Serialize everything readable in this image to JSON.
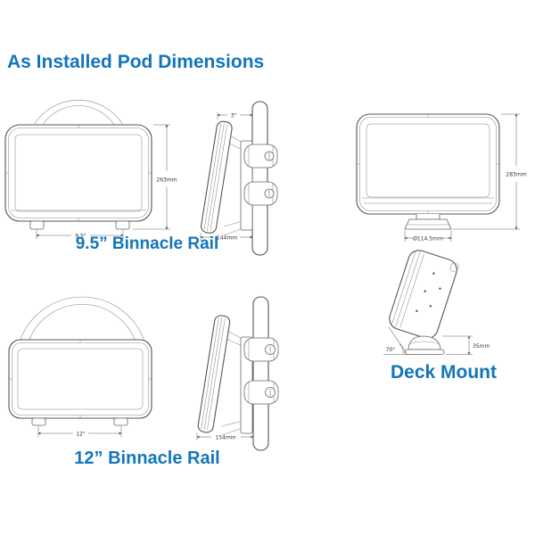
{
  "title": "As Installed Pod Dimensions",
  "colors": {
    "accent": "#1375ba",
    "line_art": "#555555"
  },
  "pods": {
    "rail95": {
      "label": "9.5” Binnacle Rail",
      "front_height": "263mm",
      "front_width": "9.5\"",
      "side_top_width": "3\"",
      "side_depth": "144mm"
    },
    "rail12": {
      "label": "12” Binnacle Rail",
      "front_width": "12\"",
      "side_depth": "154mm"
    },
    "deck": {
      "label": "Deck Mount",
      "front_height": "283mm",
      "base_diameter": "Ø114.5mm",
      "tilt_angle": "70°",
      "base_height": "35mm"
    }
  }
}
